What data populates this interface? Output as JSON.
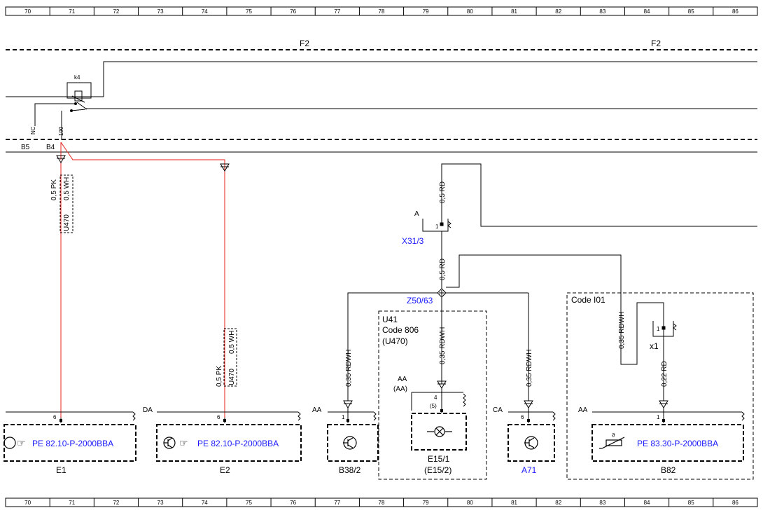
{
  "grid": {
    "columns": [
      "70",
      "71",
      "72",
      "73",
      "74",
      "75",
      "76",
      "77",
      "78",
      "79",
      "80",
      "81",
      "82",
      "83",
      "84",
      "85",
      "86"
    ]
  },
  "header": {
    "fuse_left": "F2",
    "fuse_right": "F2"
  },
  "relay": {
    "label": "k4",
    "pin_nc": "NC",
    "pin_190": "190",
    "pin_b5": "B5",
    "pin_b4": "B4"
  },
  "wires": {
    "e1_gauge": "0,5 PK",
    "e1_gauge2": "0,5 WH",
    "e1_twist": "U470",
    "e2_gauge": "0,5 PK",
    "e2_gauge2": "0,5 WH",
    "e2_twist": "U470",
    "rd_top": "0,5 RD",
    "rd_mid": "0,5 RD",
    "rdwh_b38": "0,35 RDWH",
    "rdwh_e15": "0,35 RDWH",
    "rdwh_a71": "0,35 RDWH",
    "rdwh_b82": "0,35 RDWH",
    "rd_b82": "0,22 RD"
  },
  "connectors": {
    "x31": {
      "label": "X31/3",
      "pin": "1",
      "side": "A"
    },
    "z50": {
      "label": "Z50/63"
    },
    "x1": {
      "label": "x1",
      "pin": "1"
    }
  },
  "groups": {
    "u41": {
      "line1": "U41",
      "line2": "Code 806",
      "line3": "(U470)"
    },
    "code_i01": {
      "label": "Code I01"
    }
  },
  "components": {
    "e1": {
      "ref": "PE 82.10-P-2000BBA",
      "name": "E1",
      "pin": "6"
    },
    "e2": {
      "ref": "PE 82.10-P-2000BBA",
      "name": "E2",
      "pin": "6",
      "plug": "DA"
    },
    "b38": {
      "name": "B38/2",
      "pin": "1",
      "plug": "AA"
    },
    "e15": {
      "name": "E15/1",
      "name2": "(E15/2)",
      "pin": "4",
      "pin2": "(5)",
      "plug": "AA",
      "plug2": "(AA)"
    },
    "a71": {
      "name": "A71",
      "pin": "6",
      "plug": "CA"
    },
    "b82": {
      "ref": "PE 83.30-P-2000BBA",
      "name": "B82",
      "pin": "1",
      "plug": "AA"
    }
  },
  "colors": {
    "wire": "#000000",
    "red_wire": "#e8201a",
    "link": "#1a1aff"
  }
}
